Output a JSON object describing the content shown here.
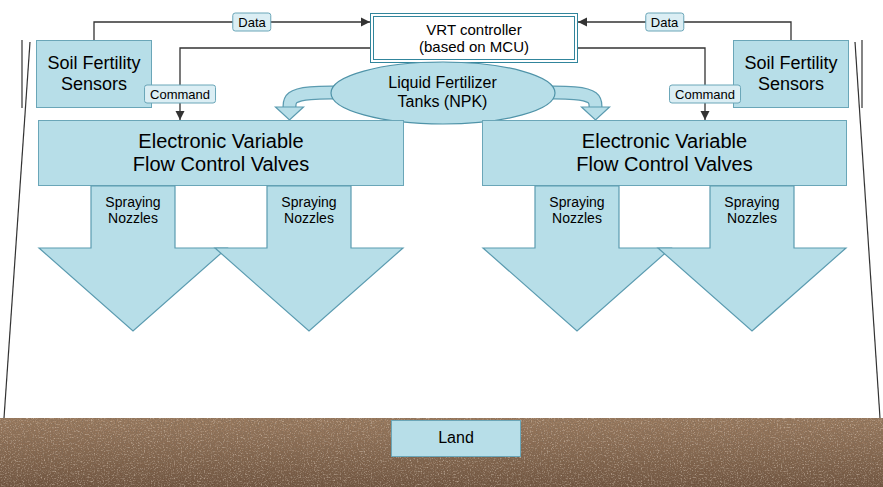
{
  "diagram": {
    "nodes": [
      {
        "text": [
          "VRT controller (based on MCU)"
        ]
      },
      {
        "text": [
          "Soil Fertility Sensors"
        ]
      },
      {
        "text": [
          "Soil Fertility Sensors"
        ]
      },
      {
        "text": [
          "Liquid Fertilizer Tanks (NPK)"
        ]
      },
      {
        "text": [
          "Electronic Variable Flow Control Valves"
        ]
      },
      {
        "text": [
          "Electronic Variable Flow Control Valves"
        ]
      },
      {
        "text": [
          "Spraying Nozzles"
        ]
      },
      {
        "text": [
          "Spraying Nozzles"
        ]
      },
      {
        "text": [
          "Spraying Nozzles"
        ]
      },
      {
        "text": [
          "Spraying Nozzles"
        ]
      },
      {
        "text": [
          "Land"
        ]
      }
    ],
    "edges": [
      {
        "from": 1,
        "to": 0,
        "arrow": "to",
        "label": "Data"
      },
      {
        "from": 2,
        "to": 0,
        "arrow": "to",
        "label": "Data"
      },
      {
        "from": 0,
        "to": 4,
        "arrow": "to",
        "label": "Command"
      },
      {
        "from": 0,
        "to": 5,
        "arrow": "to",
        "label": "Command"
      },
      {
        "from": 3,
        "to": 4,
        "arrow": "to"
      },
      {
        "from": 3,
        "to": 5,
        "arrow": "to"
      }
    ]
  }
}
